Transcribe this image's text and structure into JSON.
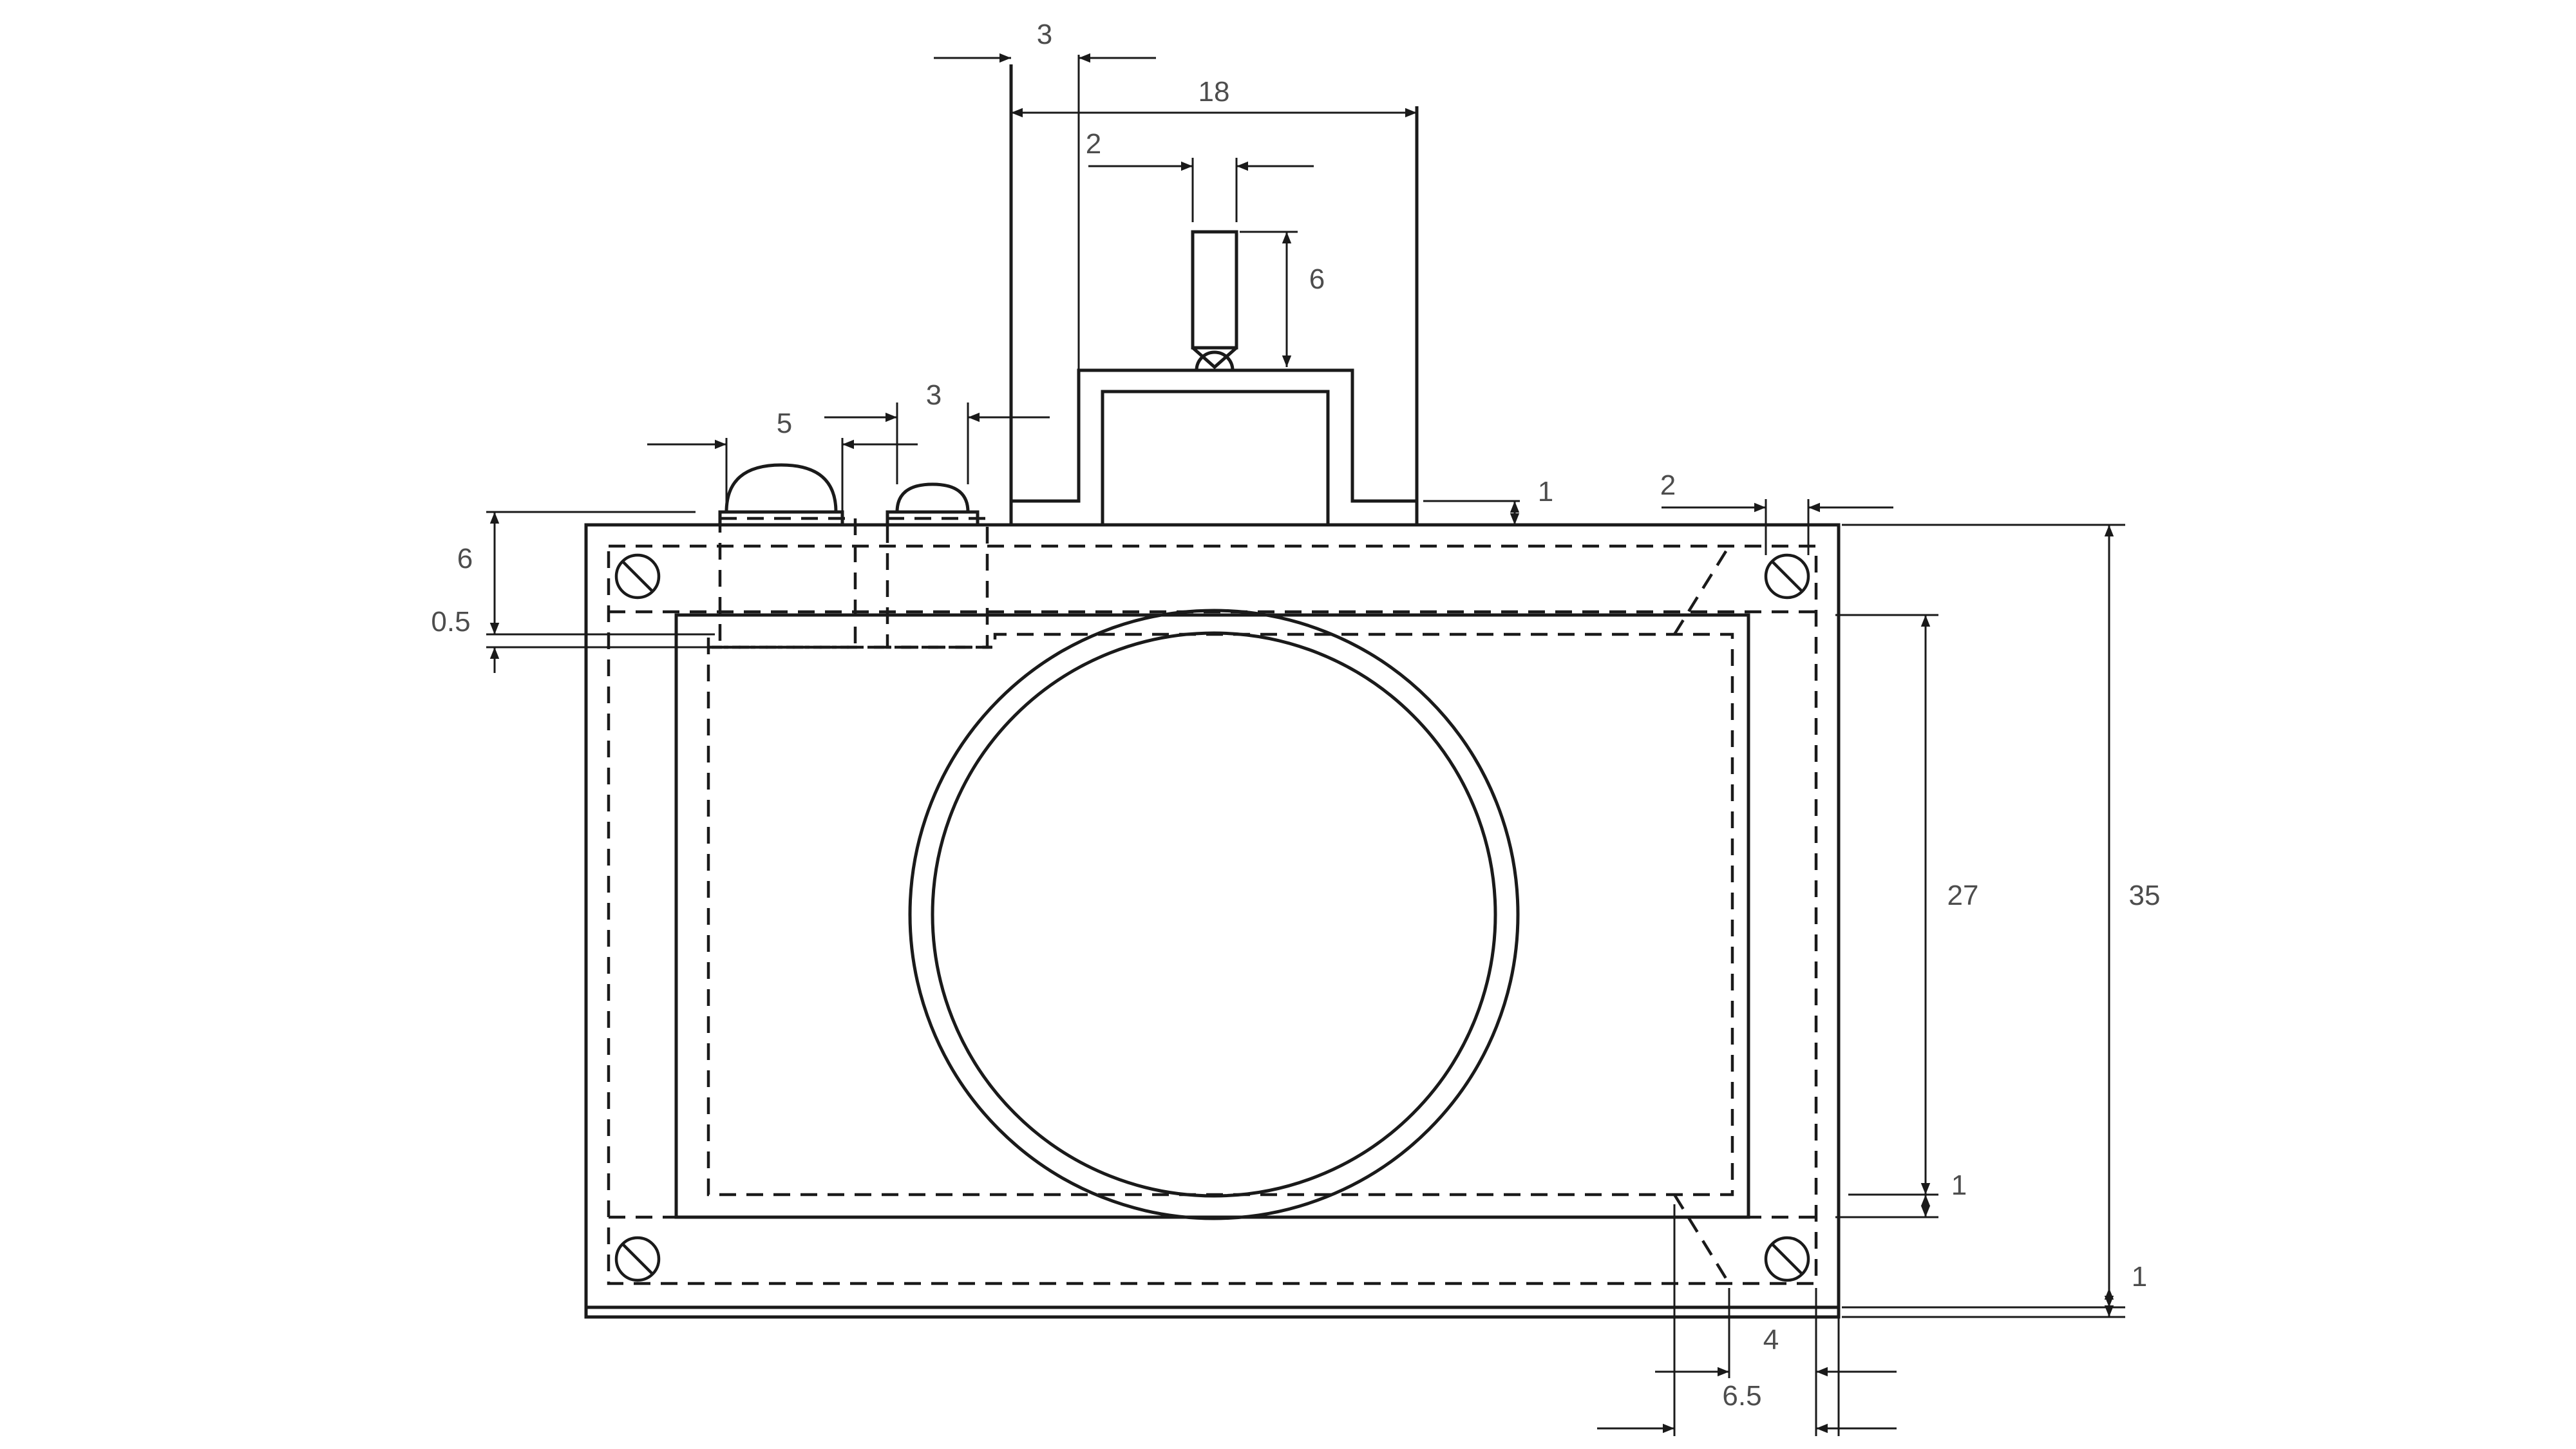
{
  "drawing": {
    "dimensions": {
      "lens_body_offset": "3",
      "top_block_width": "18",
      "shutter_button_width": "2",
      "shutter_button_height": "6",
      "large_button_width": "5",
      "small_button_width": "3",
      "plate_thickness": "1",
      "screw_inset": "2",
      "button_height": "6",
      "button_recess": "0.5",
      "inner_height": "27",
      "inner_bottom_gap": "1",
      "overall_height": "35",
      "base_thickness": "1",
      "corner_offset": "4",
      "corner_chamfer": "6.5"
    },
    "colors": {
      "line": "#1a1a1a",
      "text": "#4d4d4d",
      "background": "#ffffff"
    }
  }
}
